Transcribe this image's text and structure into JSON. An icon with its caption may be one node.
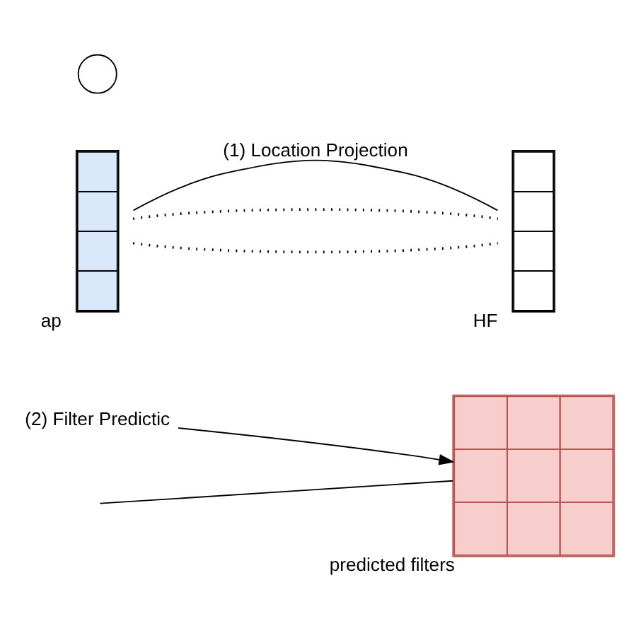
{
  "diagram": {
    "nodes": [
      {
        "text": [],
        "shape": "box",
        "beside": [
          "predicted filters"
        ]
      },
      {
        "text": [
          "(2) Filter Predictic"
        ]
      },
      {
        "text": [],
        "shape": "box",
        "beside": [
          "ap"
        ]
      },
      {
        "text": [],
        "shape": "box",
        "beside": [
          "HF"
        ]
      },
      {
        "text": [],
        "shape": "circle"
      }
    ],
    "edges": [
      {
        "from": null,
        "to": 0,
        "arrow": "none"
      },
      {
        "from": 1,
        "to": 0,
        "arrow": "to"
      },
      {
        "from": 2,
        "to": 3,
        "label": "(1) Location Projection",
        "arrow": "none"
      },
      {
        "from": 2,
        "to": 3,
        "arrow": "none",
        "style": "dashed"
      },
      {
        "from": 2,
        "to": 3,
        "arrow": "none",
        "style": "dashed"
      }
    ]
  }
}
